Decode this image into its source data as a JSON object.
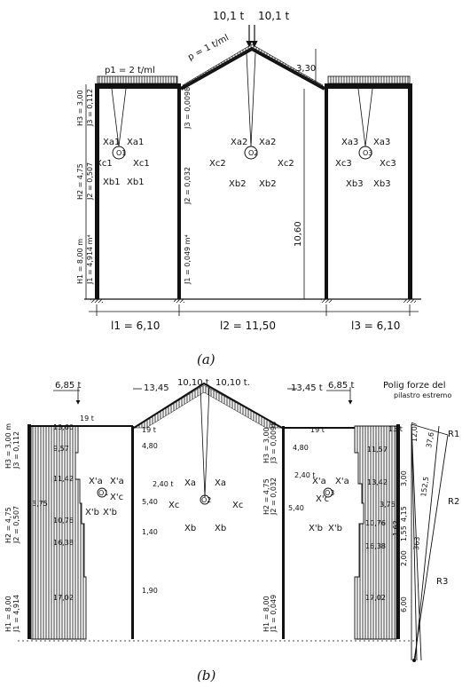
{
  "figure_a": {
    "caption": "(a)",
    "loads": {
      "p1": "p1 = 2 t/ml",
      "p": "p = 1 t/ml",
      "point_left": "10,1 t",
      "point_right": "10,1 t"
    },
    "ridge_height": "3,30",
    "height_right": "10,60",
    "left_col": {
      "H3": "H3 = 3,00",
      "J3": "J3 = 0,112",
      "H2": "H2 = 4,75",
      "J2": "J2 = 0,507",
      "H1": "H1 = 8,00 m",
      "J1": "J1 = 4,914 m⁴"
    },
    "mid_col": {
      "J3": "J3 = 0,0098",
      "J2": "J2 = 0,032",
      "J1": "J1 = 0,049 m⁴"
    },
    "spans": {
      "l1": "l1 = 6,10",
      "l2": "l2 = 11,50",
      "l3": "l3 = 6,10"
    },
    "node1": {
      "center": "O1",
      "xa": "Xa1",
      "xc": "Xc1",
      "xb": "Xb1"
    },
    "node2": {
      "center": "O2",
      "xa": "Xa2",
      "xc": "Xc2",
      "xb": "Xb2"
    },
    "node3": {
      "center": "O3",
      "xa": "Xa3",
      "xc": "Xc3",
      "xb": "Xb3"
    }
  },
  "figure_b": {
    "caption": "(b)",
    "top_loads": {
      "l1": "6,85 t",
      "l2": "13,45",
      "l3": "10,10 t",
      "l4": "10,10 t.",
      "l5": "13,45 t",
      "l6": "6,85 t"
    },
    "small_loads": {
      "a": "19 t",
      "b": "19 t",
      "c": "19 t",
      "d": "13 t"
    },
    "left_col": {
      "H3": "H3 = 3,00 m",
      "J3": "J3 = 0,112",
      "H2": "H2 = 4,75",
      "J2": "J2 = 0,507",
      "H1": "H1 = 8,00",
      "J1": "J1 = 4,914"
    },
    "left_blocks": [
      "13,60",
      "9,57",
      "11,42",
      "3,75",
      "10,76",
      "16,38",
      "17,02"
    ],
    "mid_values": [
      "4,80",
      "2,40 t",
      "5,40",
      "1,40",
      "1,90"
    ],
    "node_left": {
      "center": "O1",
      "xa": "X'a",
      "xc": "X'c",
      "xb": "X'b"
    },
    "node_center": {
      "center": "O2",
      "xa": "Xa",
      "xc": "Xc",
      "xb": "Xb"
    },
    "node_right": {
      "center": "O3",
      "xa": "X'a",
      "xc": "X'c",
      "xb": "X'b"
    },
    "right_mid_col": {
      "H3": "H3 = 3,00",
      "J3": "J3 = 0,0098",
      "J2": "J2 = 0,032",
      "H2": "H2 = 4,75",
      "H1": "H1 = 8,00",
      "J1": "J1 = 0,049"
    },
    "right_mid_values": [
      "4,80",
      "2,40 t",
      "5,40"
    ],
    "right_blocks": [
      "11,57",
      "13,42",
      "3,75",
      "10,76",
      "16,38",
      "17,02"
    ],
    "polygon": {
      "title1": "Polig forze del",
      "title2": "pilastro estremo",
      "labels": [
        "12,07",
        "3,00",
        "37,6",
        "152,5",
        "363",
        "4,15",
        "1,55",
        "1,62",
        "2,00",
        "6,00",
        "R1",
        "R2",
        "R3"
      ]
    }
  }
}
